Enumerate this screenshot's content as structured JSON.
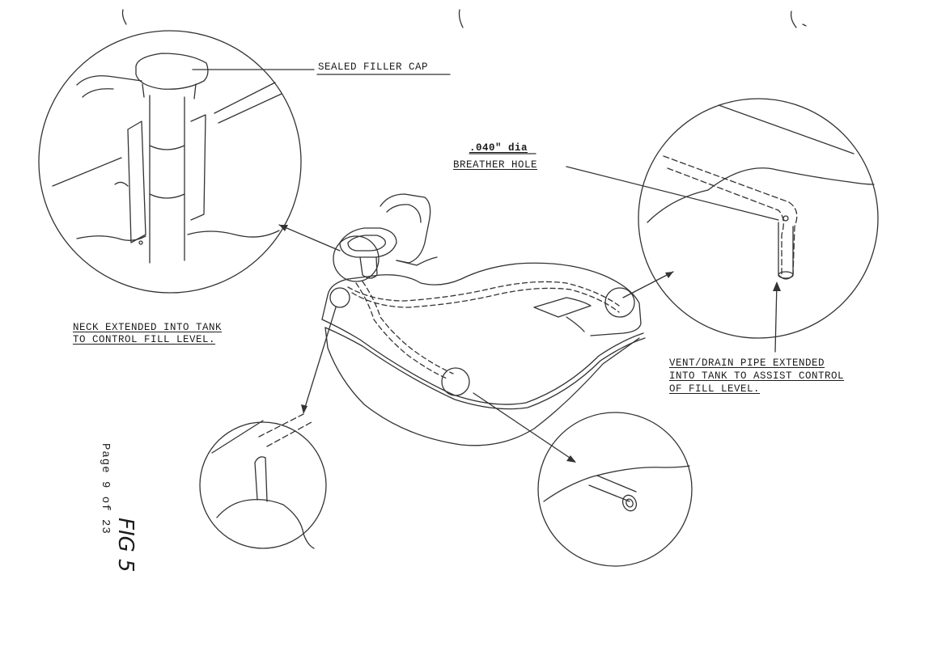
{
  "labels": {
    "filler_cap": "SEALED FILLER CAP",
    "hole_dia": ".040\" dia",
    "breather_hole": "BREATHER  HOLE",
    "neck_line1": "NECK EXTENDED INTO TANK",
    "neck_line2": "TO CONTROL FILL LEVEL.",
    "vent_line1": "VENT/DRAIN PIPE EXTENDED",
    "vent_line2": "INTO TANK TO ASSIST CONTROL",
    "vent_line3": "OF FILL LEVEL."
  },
  "page_note": "Page 9 of 23",
  "figure_label": "FIG 5"
}
